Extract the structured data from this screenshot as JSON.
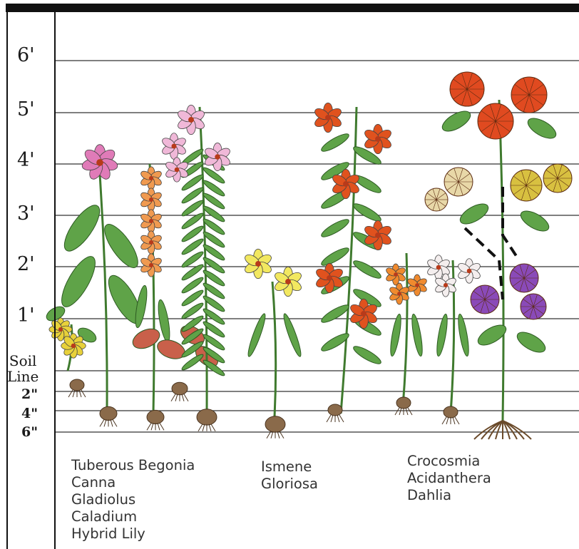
{
  "scale": {
    "height_labels": [
      "6'",
      "5'",
      "4'",
      "3'",
      "2'",
      "1'"
    ],
    "soil_label": [
      "Soil",
      "Line"
    ],
    "depth_labels": [
      "2\"",
      "4\"",
      "6\""
    ]
  },
  "plant_groups": [
    {
      "names": [
        "Tuberous Begonia",
        "Canna",
        "Gladiolus",
        "Caladium",
        "Hybrid Lily"
      ]
    },
    {
      "names": [
        "Ismene",
        "Gloriosa"
      ]
    },
    {
      "names": [
        "Crocosmia",
        "Acidanthera",
        "Dahlia"
      ]
    }
  ],
  "colors": {
    "frame": "#111111",
    "grid": "#333333",
    "text": "#333333",
    "stem": "#3f7a2e",
    "leaf": "#5fa348",
    "bulb": "#8a6a4a",
    "begonia": "#e8d13a",
    "canna": "#e07bb8",
    "gladiolus": "#f09a50",
    "caladium": "#c9604a",
    "lily": "#f0b8d8",
    "ismene": "#f2e860",
    "gloriosa": "#e0521e",
    "crocosmia": "#f08a2e",
    "acidanthera": "#7a2a2a",
    "dahlia_red": "#e04a20",
    "dahlia_cream": "#e8d8a8",
    "dahlia_yellow": "#d8c040",
    "dahlia_purple": "#8a4ab8"
  }
}
